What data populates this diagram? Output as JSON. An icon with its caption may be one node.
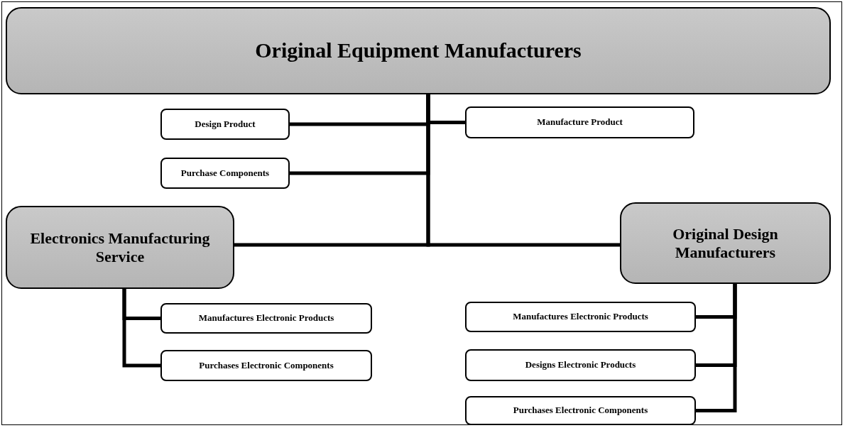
{
  "diagram": {
    "nodes": [
      {
        "text": [
          "Original Equipment Manufacturers"
        ]
      },
      {
        "text": [
          "Design Product"
        ]
      },
      {
        "text": [
          "Manufacture Product"
        ]
      },
      {
        "text": [
          "Purchase Components"
        ]
      },
      {
        "text": [
          "Electronics Manufacturing Service"
        ]
      },
      {
        "text": [
          "Original Design Manufacturers"
        ]
      },
      {
        "text": [
          "Manufactures Electronic Products"
        ]
      },
      {
        "text": [
          "Purchases Electronic Components"
        ]
      },
      {
        "text": [
          "Manufactures Electronic Products"
        ]
      },
      {
        "text": [
          "Designs Electronic Products"
        ]
      },
      {
        "text": [
          "Purchases Electronic Components"
        ]
      }
    ],
    "edges": [
      {
        "from": 0,
        "to": 1,
        "arrow": "none"
      },
      {
        "from": 0,
        "to": 2,
        "arrow": "none"
      },
      {
        "from": 0,
        "to": 3,
        "arrow": "none"
      },
      {
        "from": 0,
        "to": 4,
        "arrow": "none"
      },
      {
        "from": 0,
        "to": 5,
        "arrow": "none"
      },
      {
        "from": 4,
        "to": 6,
        "arrow": "none"
      },
      {
        "from": 4,
        "to": 7,
        "arrow": "none"
      },
      {
        "from": 5,
        "to": 8,
        "arrow": "none"
      },
      {
        "from": 5,
        "to": 9,
        "arrow": "none"
      },
      {
        "from": 5,
        "to": 10,
        "arrow": "none"
      }
    ]
  }
}
